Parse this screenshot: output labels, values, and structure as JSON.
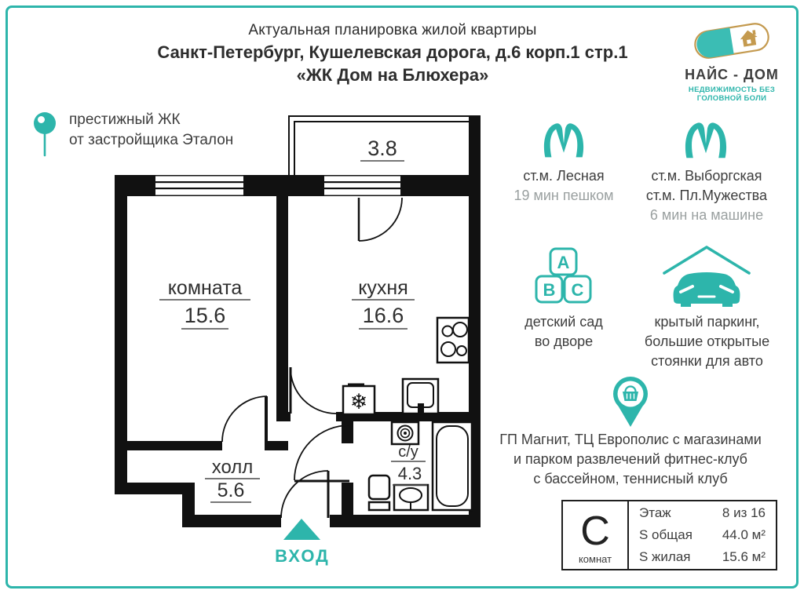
{
  "header": {
    "line1": "Актуальная планировка жилой квартиры",
    "line2": "Санкт-Петербург, Кушелевская дорога, д.6 корп.1 стр.1",
    "line3": "«ЖК Дом на Блюхера»"
  },
  "logo": {
    "name": "НАЙС - ДОМ",
    "tagline": "НЕДВИЖИМОСТЬ БЕЗ ГОЛОВНОЙ БОЛИ"
  },
  "highlight": {
    "line1": "престижный ЖК",
    "line2": "от застройщика Эталон"
  },
  "features": [
    {
      "id": "metro-lesnaya",
      "lines": [
        "ст.м. Лесная"
      ],
      "note": "19 мин пешком"
    },
    {
      "id": "metro-vyborgskaya",
      "lines": [
        "ст.м. Выборгская",
        "ст.м. Пл.Мужества"
      ],
      "note": "6 мин на машине"
    },
    {
      "id": "kindergarten",
      "lines": [
        "детский сад",
        "во дворе"
      ],
      "note": ""
    },
    {
      "id": "parking",
      "lines": [
        "крытый паркинг,",
        "большие открытые",
        "стоянки для авто"
      ],
      "note": ""
    },
    {
      "id": "shopping",
      "lines": [
        "ГП Магнит, ТЦ Европолис с магазинами",
        "и парком развлечений фитнес-клуб",
        "с бассейном, теннисный клуб"
      ],
      "note": ""
    }
  ],
  "abc_blocks": {
    "a": "A",
    "b": "B",
    "c": "C"
  },
  "plan": {
    "rooms": [
      {
        "name": "комната",
        "area": "15.6"
      },
      {
        "name": "кухня",
        "area": "16.6"
      },
      {
        "name": "холл",
        "area": "5.6"
      },
      {
        "name": "с/у",
        "area": "4.3"
      }
    ],
    "balcony_area": "3.8",
    "entrance_label": "ВХОД"
  },
  "info_box": {
    "rooms_letter": "С",
    "rooms_label": "комнат",
    "rows": [
      {
        "label": "Этаж",
        "value": "8 из 16"
      },
      {
        "label": "S общая",
        "value": "44.0 м²"
      },
      {
        "label": "S жилая",
        "value": "15.6 м²"
      }
    ]
  },
  "colors": {
    "accent": "#2db5ab",
    "gold": "#c49a4f",
    "dark": "#3d3d3d",
    "gray": "#9aa0a0",
    "wall": "#111111"
  }
}
